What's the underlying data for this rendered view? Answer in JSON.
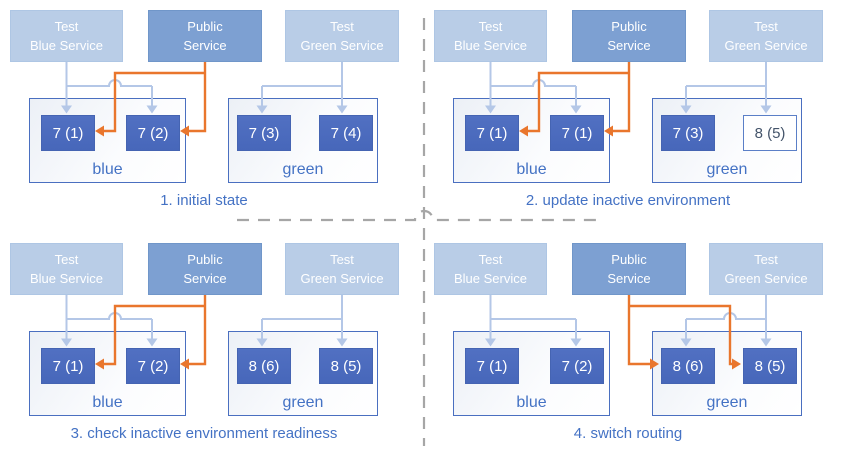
{
  "colors": {
    "test_service_fill": "#b9cde7",
    "public_service_fill": "#7da0d2",
    "instance_fill": "#4a69bd",
    "instance_outline_text": "#44546a",
    "environment_border": "#4a6fc0",
    "environment_label_text": "#4472c4",
    "test_route_arrow": "#b4c7e7",
    "public_route_arrow": "#e9762d",
    "caption_text": "#4472c4",
    "divider_dash": "#a6a6a6"
  },
  "panels": [
    {
      "caption": "1. initial state",
      "public_routes_to": "blue",
      "services": [
        {
          "line1": "Test",
          "line2": "Blue Service"
        },
        {
          "line1": "Public",
          "line2": "Service"
        },
        {
          "line1": "Test",
          "line2": "Green Service"
        }
      ],
      "environments": [
        {
          "label": "blue",
          "instances": [
            {
              "label": "7 (1)",
              "variant": "filled"
            },
            {
              "label": "7 (2)",
              "variant": "filled"
            }
          ]
        },
        {
          "label": "green",
          "instances": [
            {
              "label": "7 (3)",
              "variant": "filled"
            },
            {
              "label": "7 (4)",
              "variant": "filled"
            }
          ]
        }
      ]
    },
    {
      "caption": "2. update inactive environment",
      "public_routes_to": "blue",
      "services": [
        {
          "line1": "Test",
          "line2": "Blue Service"
        },
        {
          "line1": "Public",
          "line2": "Service"
        },
        {
          "line1": "Test",
          "line2": "Green Service"
        }
      ],
      "environments": [
        {
          "label": "blue",
          "instances": [
            {
              "label": "7 (1)",
              "variant": "filled"
            },
            {
              "label": "7 (1)",
              "variant": "filled"
            }
          ]
        },
        {
          "label": "green",
          "instances": [
            {
              "label": "7 (3)",
              "variant": "filled"
            },
            {
              "label": "8 (5)",
              "variant": "outline"
            }
          ]
        }
      ]
    },
    {
      "caption": "3. check inactive environment readiness",
      "public_routes_to": "blue",
      "services": [
        {
          "line1": "Test",
          "line2": "Blue Service"
        },
        {
          "line1": "Public",
          "line2": "Service"
        },
        {
          "line1": "Test",
          "line2": "Green Service"
        }
      ],
      "environments": [
        {
          "label": "blue",
          "instances": [
            {
              "label": "7 (1)",
              "variant": "filled"
            },
            {
              "label": "7 (2)",
              "variant": "filled"
            }
          ]
        },
        {
          "label": "green",
          "instances": [
            {
              "label": "8 (6)",
              "variant": "filled"
            },
            {
              "label": "8 (5)",
              "variant": "filled"
            }
          ]
        }
      ]
    },
    {
      "caption": "4. switch routing",
      "public_routes_to": "green",
      "services": [
        {
          "line1": "Test",
          "line2": "Blue Service"
        },
        {
          "line1": "Public",
          "line2": "Service"
        },
        {
          "line1": "Test",
          "line2": "Green Service"
        }
      ],
      "environments": [
        {
          "label": "blue",
          "instances": [
            {
              "label": "7 (1)",
              "variant": "filled"
            },
            {
              "label": "7 (2)",
              "variant": "filled"
            }
          ]
        },
        {
          "label": "green",
          "instances": [
            {
              "label": "8 (6)",
              "variant": "filled"
            },
            {
              "label": "8 (5)",
              "variant": "filled"
            }
          ]
        }
      ]
    }
  ]
}
